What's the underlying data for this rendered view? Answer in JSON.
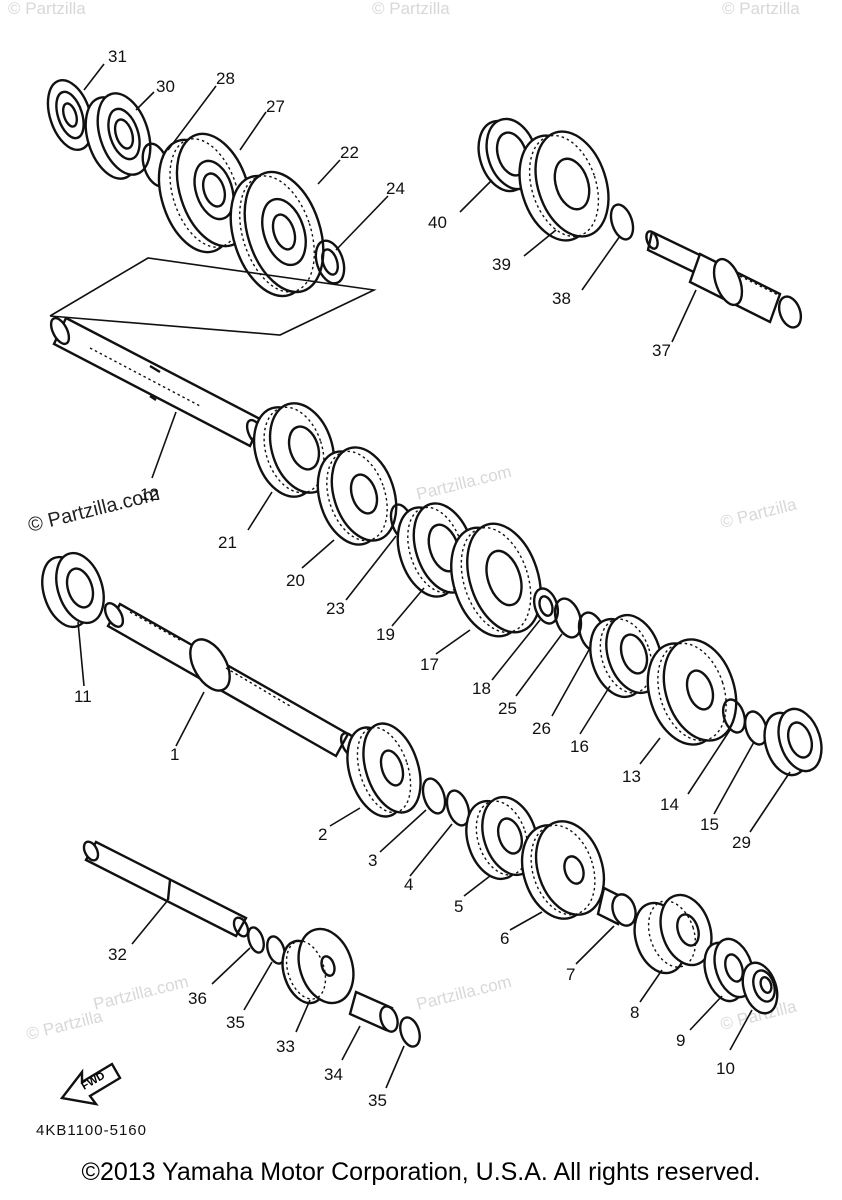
{
  "diagram_code": "4KB1100-5160",
  "copyright": "©2013 Yamaha Motor Corporation, U.S.A. All rights reserved.",
  "watermark_text": "© Partzilla",
  "watermark_main": "© Partzilla.com",
  "watermark_faint": "Partzilla.com",
  "fwd_label": "FWD",
  "callouts": [
    "31",
    "30",
    "28",
    "27",
    "22",
    "24",
    "40",
    "39",
    "38",
    "37",
    "12",
    "21",
    "20",
    "23",
    "19",
    "17",
    "18",
    "25",
    "26",
    "16",
    "13",
    "14",
    "15",
    "29",
    "11",
    "1",
    "2",
    "3",
    "4",
    "5",
    "6",
    "7",
    "8",
    "9",
    "10",
    "32",
    "36",
    "35",
    "33",
    "34",
    "35"
  ]
}
